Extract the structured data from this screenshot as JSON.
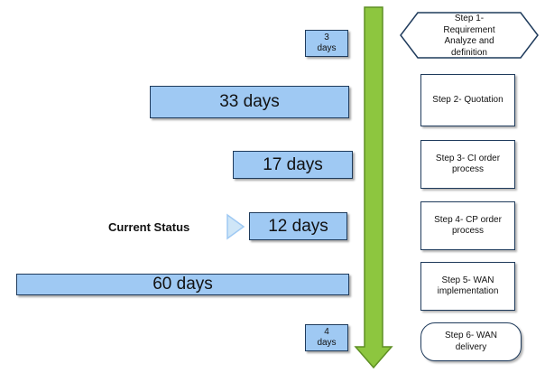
{
  "timeline": {
    "steps": [
      {
        "line1": "Step 1-",
        "line2": "Requirement",
        "line3": "Analyze and",
        "line4": "definition"
      },
      {
        "line1": "Step 2- Quotation"
      },
      {
        "line1": "Step 3- CI order",
        "line2": "process"
      },
      {
        "line1": "Step 4- CP order",
        "line2": "process"
      },
      {
        "line1": "Step 5- WAN",
        "line2": "implementation"
      },
      {
        "line1": "Step 6- WAN",
        "line2": "delivery"
      }
    ],
    "durations": [
      {
        "num": "3",
        "unit": "days"
      },
      {
        "text": "33 days"
      },
      {
        "text": "17 days"
      },
      {
        "text": "12 days"
      },
      {
        "text": "60 days"
      },
      {
        "num": "4",
        "unit": "days"
      }
    ],
    "current_status_label": "Current Status",
    "colors": {
      "arrow": "#8dc63f",
      "bar_fill": "#9fc9f3",
      "border": "#1f3b5c",
      "status_pointer": "#cfe6f7"
    }
  }
}
